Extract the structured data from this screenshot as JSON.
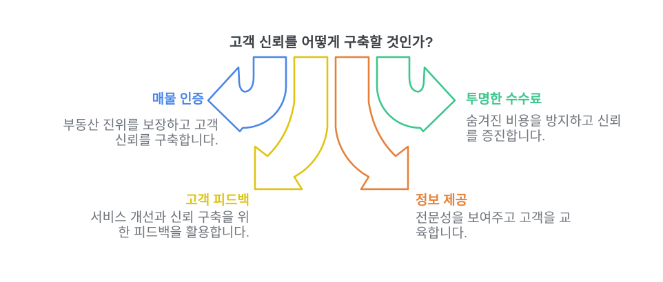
{
  "title": "고객 신뢰를 어떻게 구축할 것인가?",
  "colors": {
    "title": "#3b4045",
    "description": "#6f747b",
    "blue": "#4a86e8",
    "green": "#3cc68c",
    "yellow": "#e0c414",
    "orange": "#e5823a"
  },
  "sections": {
    "top_left": {
      "label": "매물 인증",
      "description": "부동산 진위를 보장하고 고객\n신뢰를 구축합니다.",
      "color": "#4a86e8",
      "arrow_direction": "left"
    },
    "top_right": {
      "label": "투명한 수수료",
      "description": "숨겨진 비용을 방지하고 신뢰\n를 증진합니다.",
      "color": "#3cc68c",
      "arrow_direction": "right"
    },
    "bottom_left": {
      "label": "고객 피드백",
      "description": "서비스 개선과 신뢰 구축을 위\n한 피드백을 활용합니다.",
      "color": "#e0c414",
      "arrow_direction": "down-left"
    },
    "bottom_right": {
      "label": "정보 제공",
      "description": "전문성을 보여주고 고객을 교\n육합니다.",
      "color": "#e5823a",
      "arrow_direction": "down-right"
    }
  }
}
